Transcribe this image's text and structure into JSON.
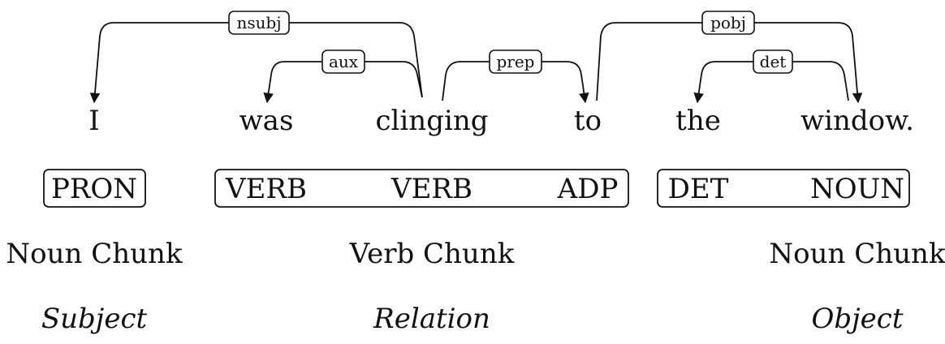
{
  "words": [
    "I",
    "was",
    "clinging",
    "to",
    "the",
    "window."
  ],
  "dependencies": [
    {
      "label": "nsubj",
      "head": "clinging",
      "dependent": "I"
    },
    {
      "label": "aux",
      "head": "clinging",
      "dependent": "was"
    },
    {
      "label": "prep",
      "head": "clinging",
      "dependent": "to"
    },
    {
      "label": "pobj",
      "head": "to",
      "dependent": "window."
    },
    {
      "label": "det",
      "head": "window.",
      "dependent": "the"
    }
  ],
  "tag_groups": [
    {
      "tags": [
        "PRON"
      ]
    },
    {
      "tags": [
        "VERB",
        "VERB",
        "ADP"
      ]
    },
    {
      "tags": [
        "DET",
        "NOUN"
      ]
    }
  ],
  "chunks": [
    "Noun Chunk",
    "Verb Chunk",
    "Noun Chunk"
  ],
  "roles": [
    "Subject",
    "Relation",
    "Object"
  ]
}
